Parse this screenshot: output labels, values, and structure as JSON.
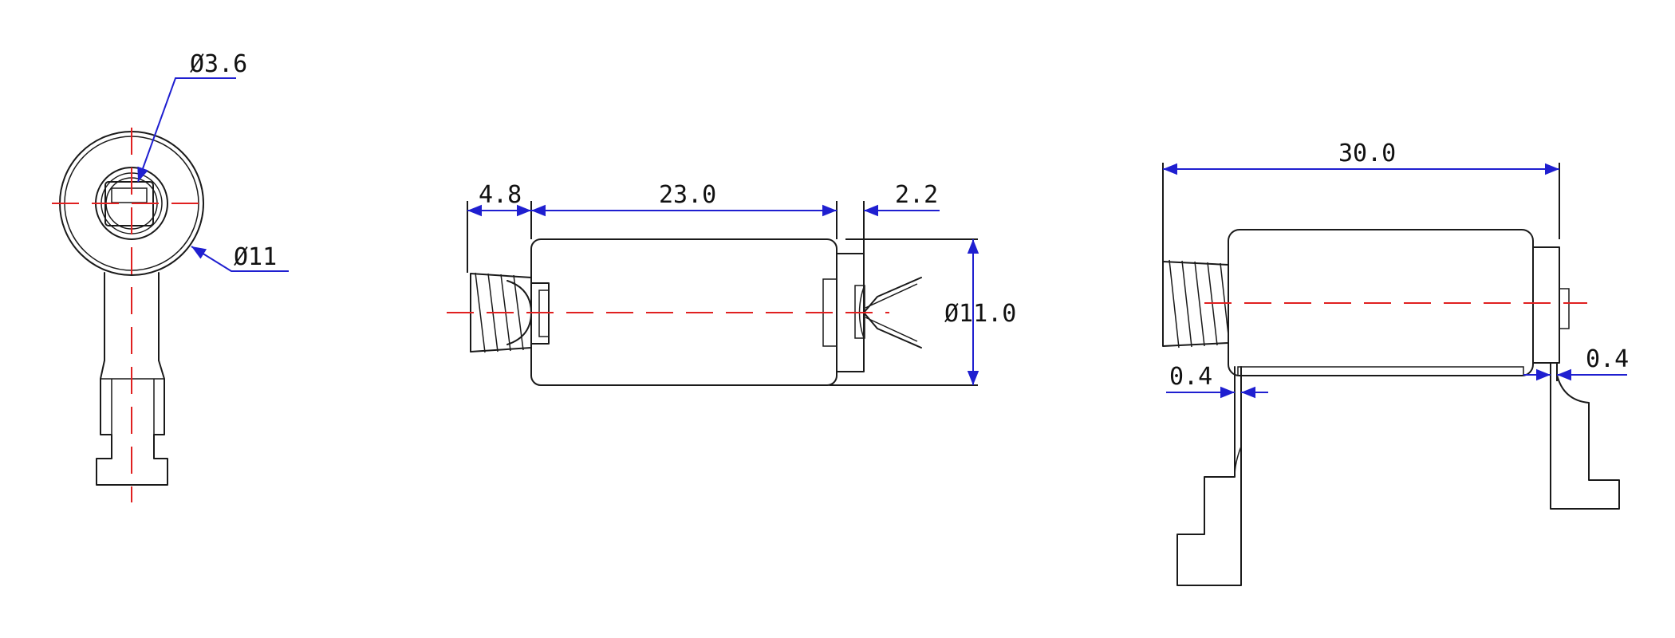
{
  "colors": {
    "outline": "#1a1a1a",
    "centerline": "#e02020",
    "dimension": "#1f1fd0",
    "text": "#111111"
  },
  "views": {
    "end": {
      "dims": {
        "shaft_diameter": "Ø3.6",
        "body_diameter": "Ø11"
      }
    },
    "side": {
      "dims": {
        "screw_length": "4.8",
        "body_length": "23.0",
        "tail_length": "2.2",
        "diameter": "Ø11.0"
      }
    },
    "mount": {
      "dims": {
        "total_length": "30.0",
        "left_tab": "0.4",
        "right_tab": "0.4"
      }
    }
  }
}
